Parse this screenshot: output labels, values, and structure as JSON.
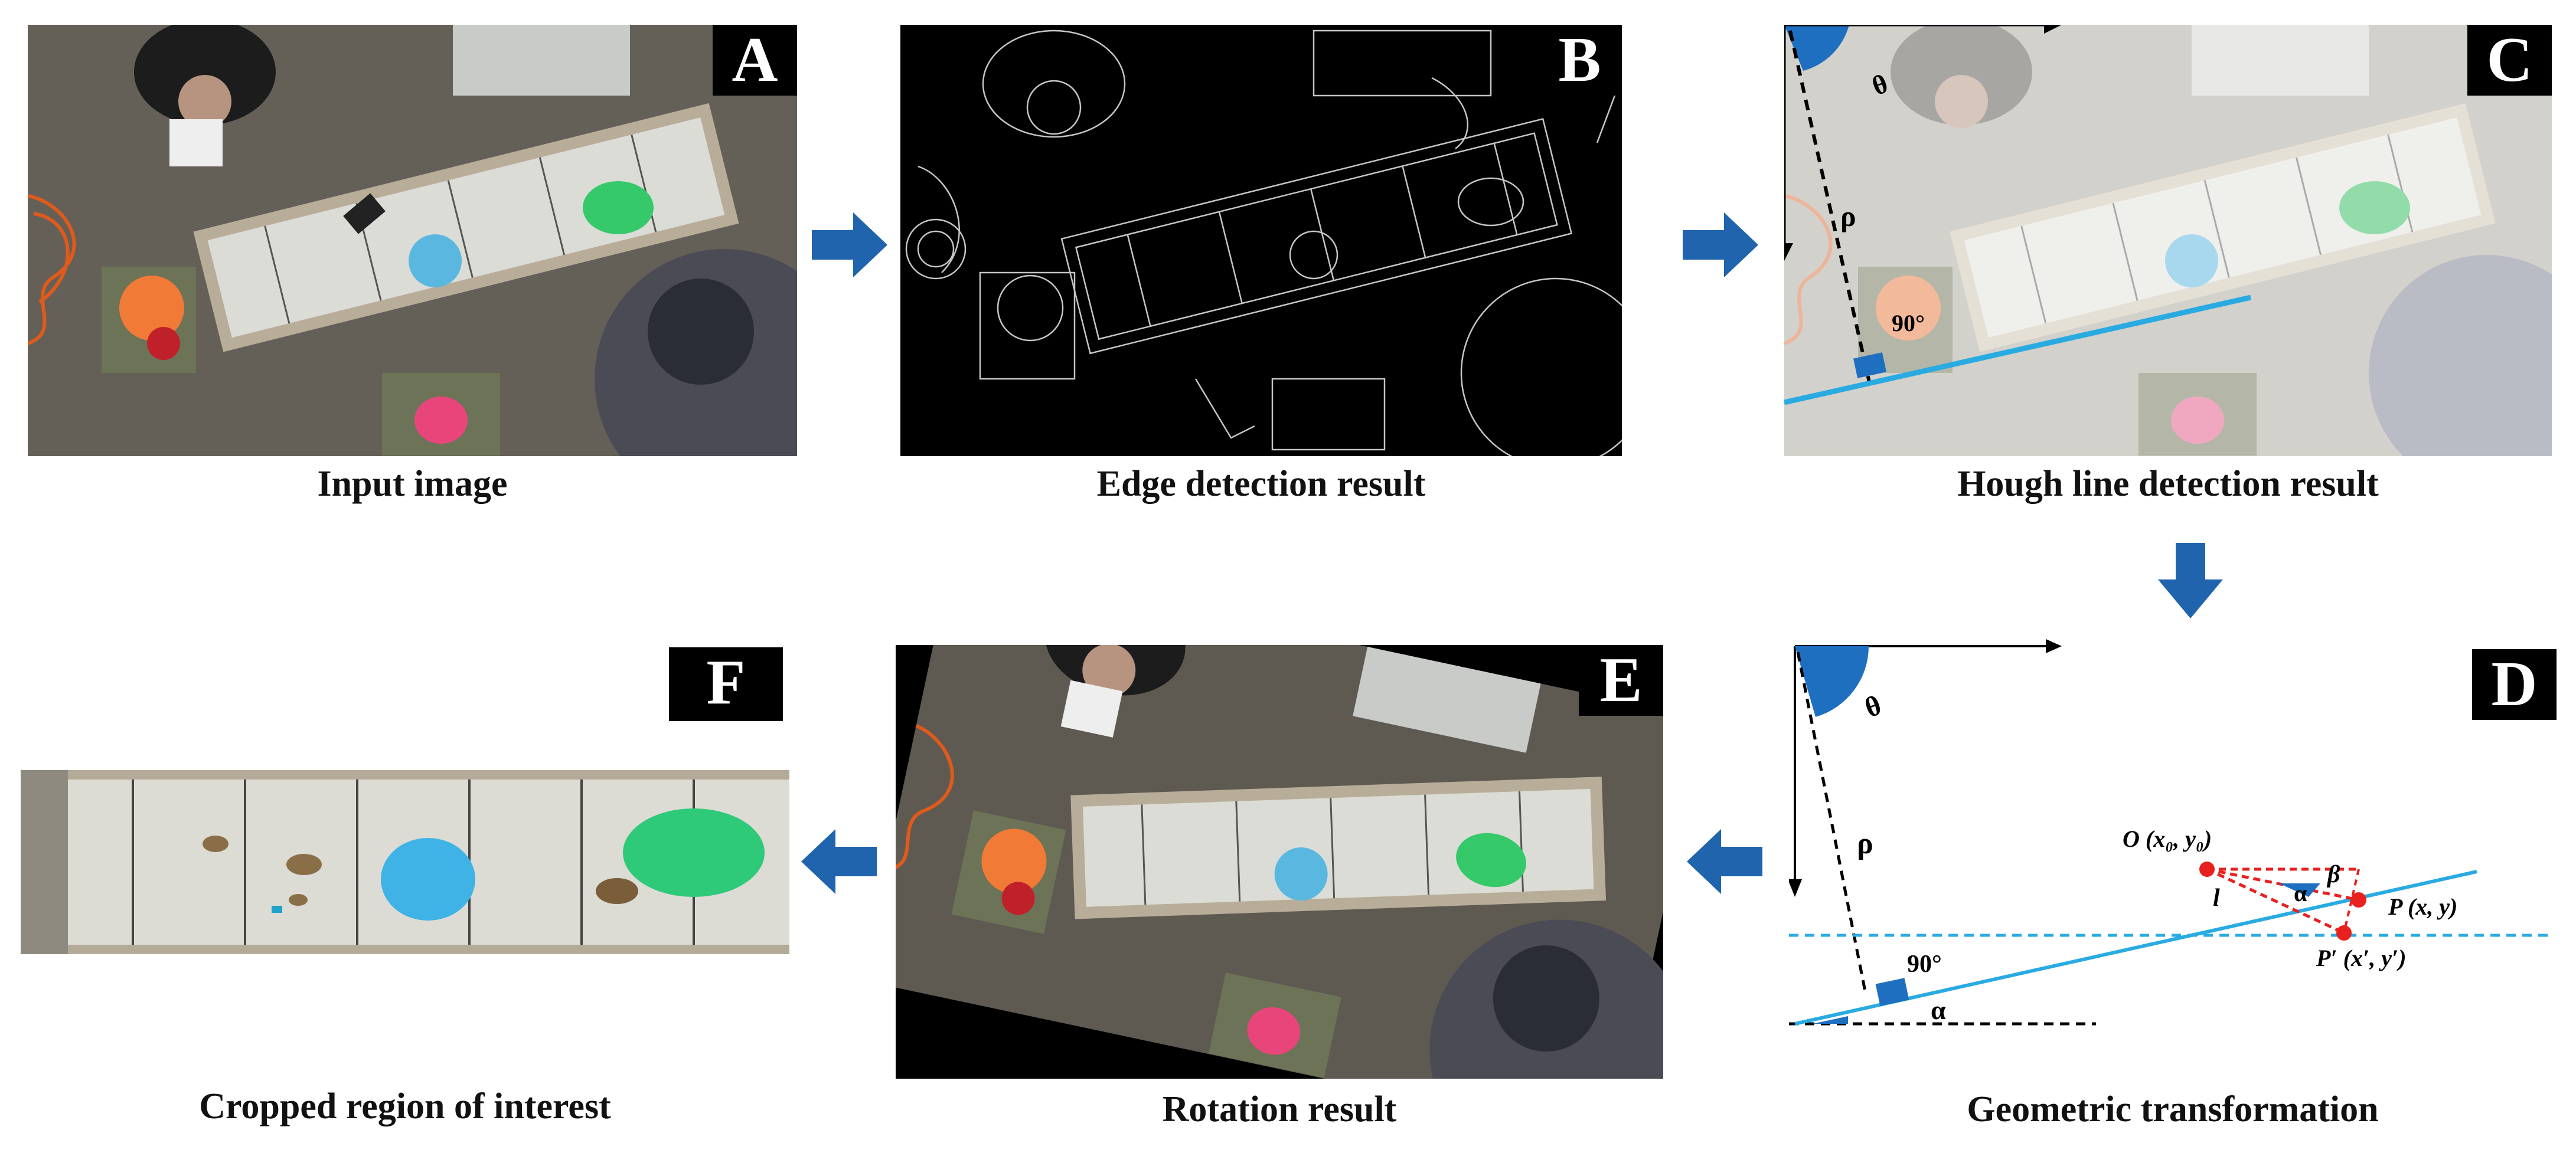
{
  "panels": {
    "A": {
      "badge": "A",
      "caption": "Input image"
    },
    "B": {
      "badge": "B",
      "caption": "Edge detection result"
    },
    "C": {
      "badge": "C",
      "caption": "Hough line detection result",
      "theta": "θ",
      "rho": "ρ",
      "angle": "90°"
    },
    "D": {
      "badge": "D",
      "caption": "Geometric transformation",
      "theta": "θ",
      "rho": "ρ",
      "angle": "90°",
      "alpha": "α",
      "alpha2": "α",
      "beta": "β",
      "l": "l",
      "O": "O (x₀, y₀)",
      "P": "P (x, y)",
      "Pp": "P′ (x′, y′)"
    },
    "E": {
      "badge": "E",
      "caption": "Rotation result"
    },
    "F": {
      "badge": "F",
      "caption": "Cropped region of interest"
    }
  },
  "colors": {
    "arrow": "#1f64ad",
    "hough_line": "#29abe2",
    "angle_marker": "#1f6fc1",
    "point": "#e8201e",
    "badge_bg": "#000000"
  }
}
